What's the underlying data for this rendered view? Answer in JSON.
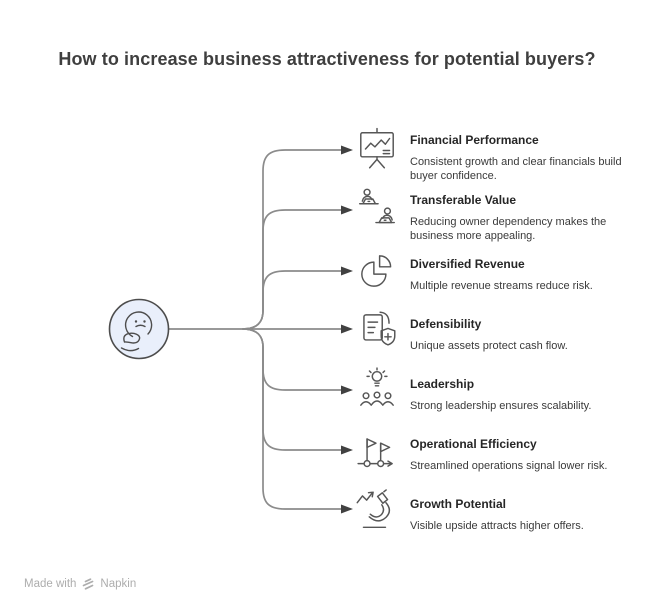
{
  "title": "How to increase business attractiveness for potential buyers?",
  "center_node": {
    "icon": "thinking-face-icon"
  },
  "branches": [
    {
      "icon": "presentation-line-chart-icon",
      "title": "Financial Performance",
      "description": "Consistent growth and clear financials build buyer confidence."
    },
    {
      "icon": "owner-handoff-laptops-icon",
      "title": "Transferable Value",
      "description": "Reducing owner dependency makes the business more appealing."
    },
    {
      "icon": "pie-chart-icon",
      "title": "Diversified Revenue",
      "description": "Multiple revenue streams reduce risk."
    },
    {
      "icon": "document-shield-plus-icon",
      "title": "Defensibility",
      "description": "Unique assets protect cash flow."
    },
    {
      "icon": "idea-team-icon",
      "title": "Leadership",
      "description": "Strong leadership ensures scalability."
    },
    {
      "icon": "milestone-flags-icon",
      "title": "Operational Efficiency",
      "description": "Streamlined operations signal lower risk."
    },
    {
      "icon": "microscope-growth-icon",
      "title": "Growth Potential",
      "description": "Visible upside attracts higher offers."
    }
  ],
  "footer": {
    "made_with": "Made with",
    "brand": "Napkin"
  },
  "colors": {
    "background": "#ffffff",
    "title_text": "#3f3f3f",
    "heading_text": "#262626",
    "body_text": "#3a3a3a",
    "line": "#8b8b8b",
    "arrowhead": "#414141",
    "icon_stroke": "#565656",
    "center_fill": "#e9effb",
    "center_stroke": "#4d4d4d",
    "footer_text": "#adadad"
  }
}
